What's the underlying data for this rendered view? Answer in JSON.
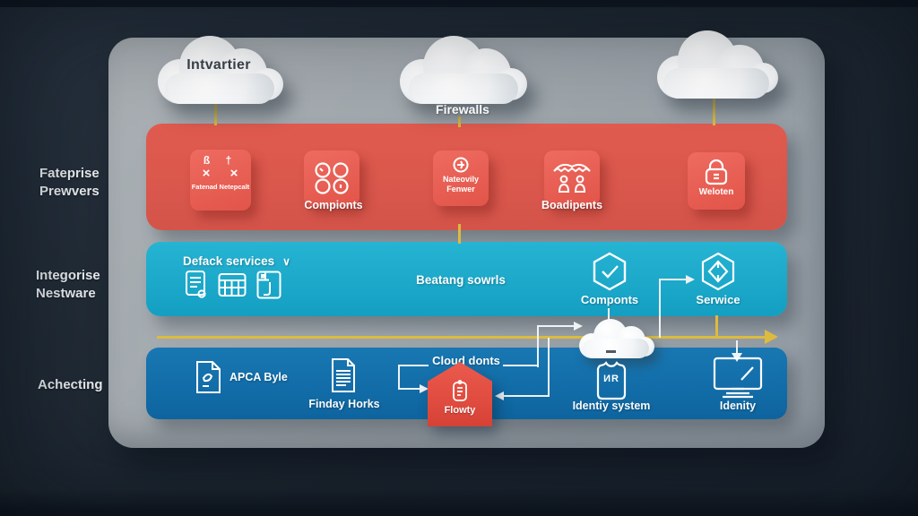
{
  "clouds": {
    "left": {
      "label": "Intvartier"
    },
    "middle": {
      "label_below": "Firewalls"
    }
  },
  "left_rail": {
    "top": "Fateprise Prewvers",
    "middle": "Integorise Nestware",
    "bottom": "Achecting"
  },
  "red_band": {
    "tiles": [
      {
        "glyph_row_1": "ß †",
        "glyph_row_2": "× ×",
        "caption": "Fatenad Netepcalt"
      },
      {
        "caption": "Compionts"
      },
      {
        "caption": "Nateovily Fenwer"
      },
      {
        "caption": "Boadipents"
      },
      {
        "caption": "Weloten"
      }
    ]
  },
  "cyan_band": {
    "services_dropdown": {
      "label": "Defack services",
      "chevron": "∨"
    },
    "center_label": "Beatang sowrls",
    "components": {
      "label": "Componts"
    },
    "service": {
      "label": "Serwice"
    }
  },
  "blue_band": {
    "apca_label": "APCA Byle",
    "finday_label": "Finday Horks",
    "cloud_donts_label": "Cloud donts",
    "flowty": {
      "caption": "Flowty"
    },
    "identity_system": {
      "glyph": "ИR",
      "label": "Identiy system"
    },
    "identity": {
      "label": "Idenity"
    }
  },
  "colors": {
    "background": "#1f2933",
    "panel_gray": "#9ea6ad",
    "layer_red": "#dd5a4e",
    "layer_cyan": "#1cadcd",
    "layer_blue": "#1575b0",
    "flow_yellow": "#dcbb3e",
    "line_white": "#eef3f5"
  }
}
